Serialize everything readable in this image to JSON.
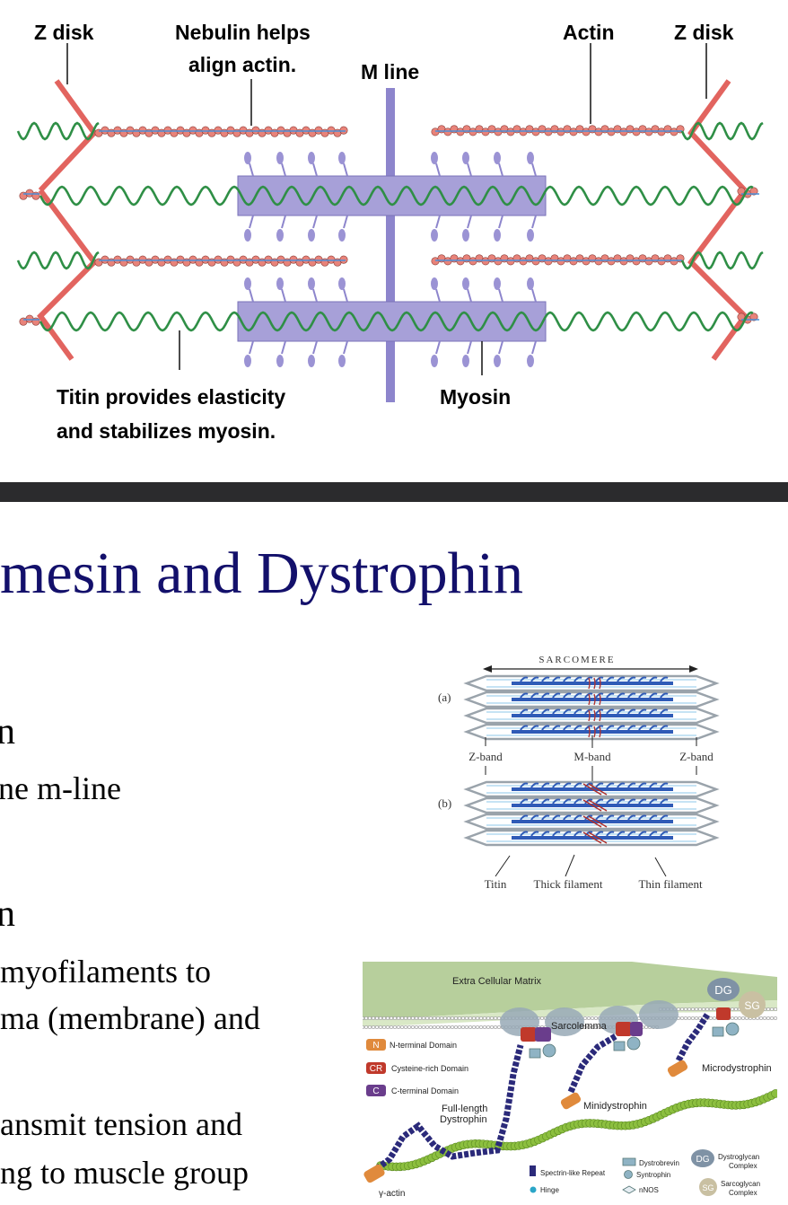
{
  "sarcomere_diagram": {
    "labels": {
      "z_disk_left": "Z disk",
      "nebulin": "Nebulin helps align actin.",
      "m_line": "M line",
      "actin": "Actin",
      "z_disk_right": "Z disk",
      "titin_line1": "Titin provides elasticity",
      "titin_line2": "and stabilizes myosin.",
      "myosin": "Myosin"
    },
    "colors": {
      "z_disk": "#e2645f",
      "actin_bead": "#e8837a",
      "titin": "#2f8f46",
      "myosin": "#a7a0d8",
      "m_line": "#8d85cc"
    }
  },
  "slide": {
    "title": "mesin and Dystrophin",
    "lines": [
      "n",
      "ne m-line",
      "n",
      " myofilaments to",
      "ma (membrane) and",
      "ansmit tension and",
      "ng to muscle group"
    ],
    "sarcomere_figure": {
      "sarcomere": "SARCOMERE",
      "panel_a": "(a)",
      "panel_b": "(b)",
      "z_band_left": "Z-band",
      "m_band": "M-band",
      "z_band_right": "Z-band",
      "titin": "Titin",
      "thick_filament": "Thick filament",
      "thin_filament": "Thin filament"
    },
    "dystrophin_figure": {
      "ecm": "Extra Cellular Matrix",
      "sarcolemma": "Sarcolemma",
      "dg": "DG",
      "sg": "SG",
      "n": "N",
      "cr": "CR",
      "c": "C",
      "n_domain": "N-terminal Domain",
      "cr_domain": "Cysteine-rich Domain",
      "c_domain": "C-terminal Domain",
      "full_length": "Full-length",
      "dystrophin": "Dystrophin",
      "minidystrophin": "Minidystrophin",
      "microdystrophin": "Microdystrophin",
      "gamma_actin": "γ-actin",
      "spectrin": "Spectrin-like Repeat",
      "hinge": "Hinge",
      "dystrobrevin": "Dystrobrevin",
      "syntrophin": "Syntrophin",
      "nnos": "nNOS",
      "dystroglycan": "Dystroglycan",
      "dystroglycan_complex": "Complex",
      "sarcoglycan": "Sarcoglycan",
      "sarcoglycan_complex": "Complex"
    }
  }
}
